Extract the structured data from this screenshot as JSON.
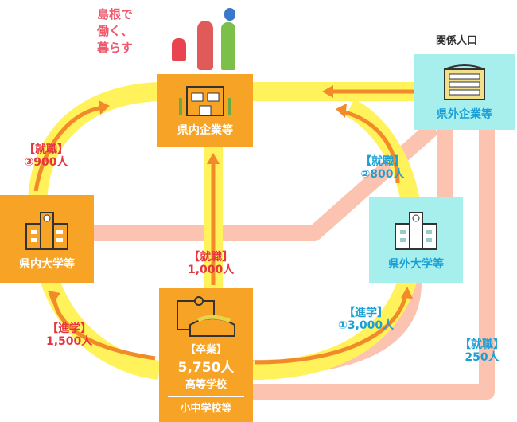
{
  "tagline": [
    "島根で",
    "働く、",
    "暮らす"
  ],
  "related_population": "関係人口",
  "nodes": {
    "pref_company": "県内企業等",
    "pref_university": "県内大学等",
    "out_company": "県外企業等",
    "out_university": "県外大学等",
    "high_school": {
      "tag": "【卒業】",
      "count": "5,750人",
      "name": "高等学校",
      "sub": "小中学校等"
    }
  },
  "flows": [
    {
      "tag": "【就職】",
      "value": "③900人"
    },
    {
      "tag": "【就職】",
      "value": "②800人"
    },
    {
      "tag": "【就職】",
      "value": "1,000人"
    },
    {
      "tag": "【進学】",
      "value": "1,500人"
    },
    {
      "tag": "【進学】",
      "value": "①3,000人"
    },
    {
      "tag": "【就職】",
      "value": "250人"
    }
  ],
  "colors": {
    "orange": "#f7a326",
    "cyan": "#a6efec",
    "track": "#fff25a",
    "pink": "#fbc3b0",
    "arrow": "#f38a2a",
    "red_text": "#e8343c",
    "blue_text": "#1aa0d6"
  }
}
